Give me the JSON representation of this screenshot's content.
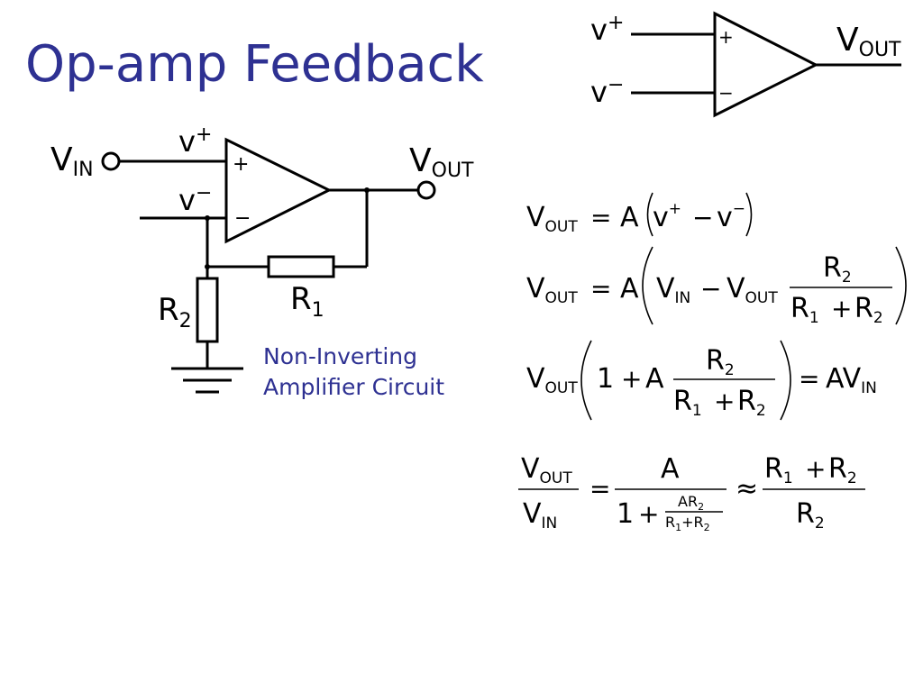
{
  "slide": {
    "title": "Op-amp Feedback",
    "title_color": "#2e3192",
    "caption_line1": "Non-Inverting",
    "caption_line2": "Amplifier Circuit",
    "caption_color": "#2e3192"
  },
  "opamp_symbol": {
    "plus_sign": "+",
    "minus_sign": "−",
    "v_plus": "v",
    "v_plus_sup": "+",
    "v_minus": "v",
    "v_minus_sup": "−",
    "vout_main": "V",
    "vout_sub": "OUT"
  },
  "circuit": {
    "vin_main": "V",
    "vin_sub": "IN",
    "vout_main": "V",
    "vout_sub": "OUT",
    "v_plus": "v",
    "v_plus_sup": "+",
    "v_minus": "v",
    "v_minus_sup": "−",
    "plus_sign": "+",
    "minus_sign": "−",
    "r1_main": "R",
    "r1_sub": "1",
    "r2_main": "R",
    "r2_sub": "2"
  },
  "equations": {
    "V": "V",
    "OUT": "OUT",
    "IN": "IN",
    "A": "A",
    "AV": "AV",
    "R": "R",
    "one": "1",
    "two": "2",
    "equals": "=",
    "minus": "−",
    "plus": "+",
    "approx": "≈",
    "v": "v",
    "sup_plus": "+",
    "sup_minus": "−",
    "AR": "AR"
  }
}
